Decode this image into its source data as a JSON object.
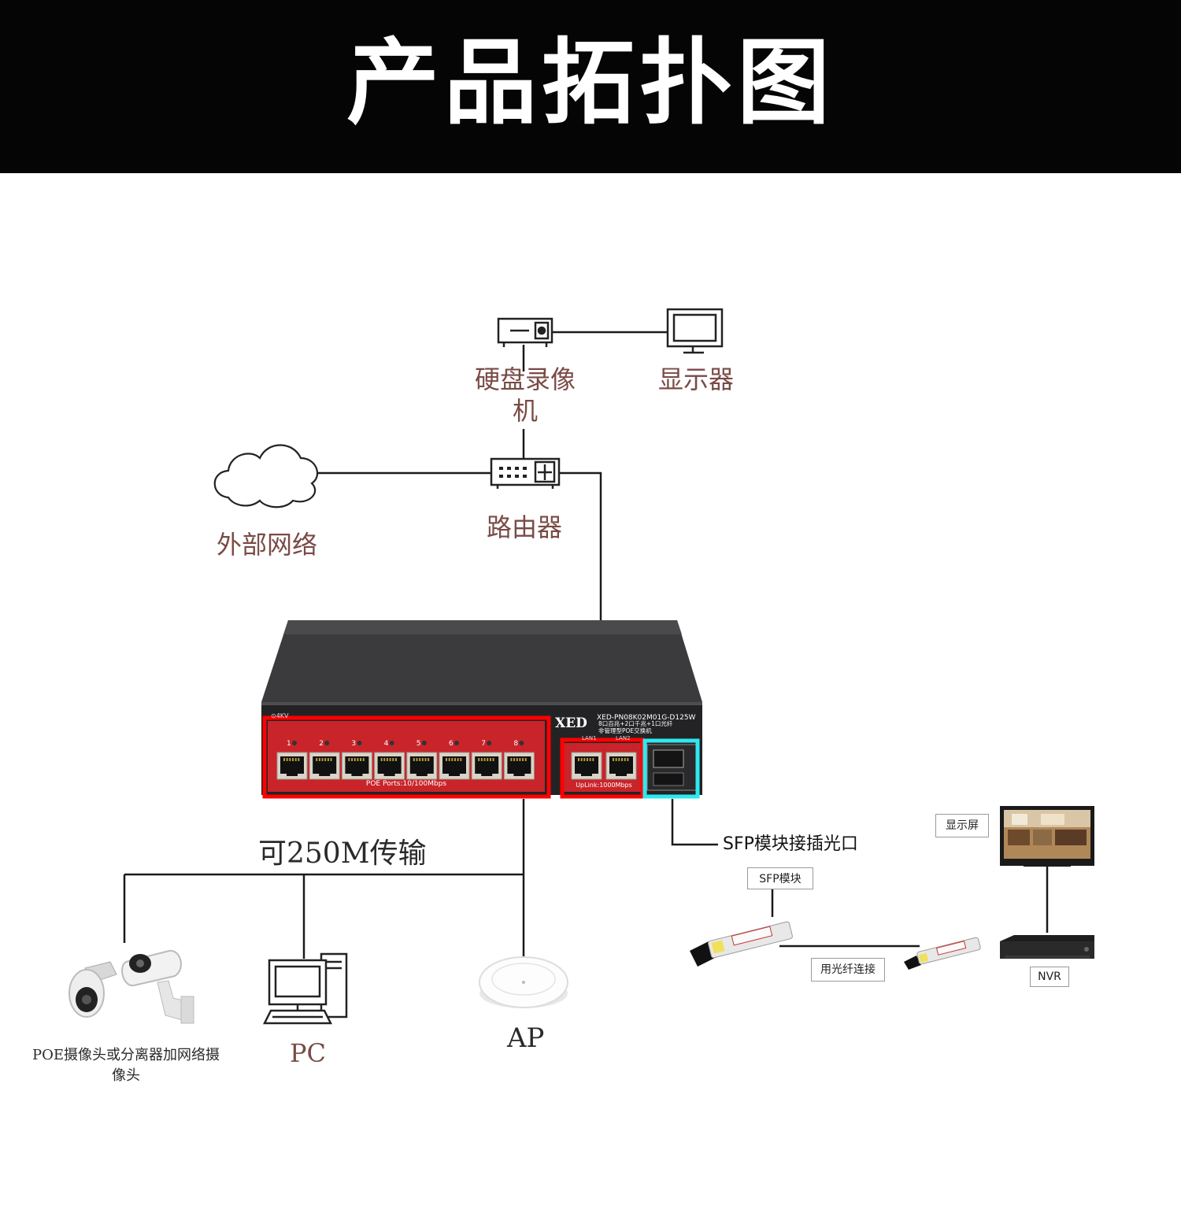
{
  "header": {
    "title": "产品拓扑图"
  },
  "nodes": {
    "dvr": "硬盘录像\n机",
    "monitor": "显示器",
    "router": "路由器",
    "internet": "外部网络",
    "bandwidth": "可250M传输",
    "camera": "POE摄像头或分离器加网络摄\n像头",
    "pc": "PC",
    "ap": "AP",
    "sfp_port": "SFP模块接插光口",
    "sfp_module": "SFP模块",
    "fiber": "用光纤连接",
    "display": "显示屏",
    "nvr": "NVR"
  },
  "switch": {
    "brand": "XED",
    "model": "XED-PN08K02M01G-D125W",
    "desc_line1": "8口百兆+2口千兆+1口光纤",
    "desc_line2": "非管理型POE交换机",
    "kv": "⊙4KV",
    "poe_ports_label": "POE Ports:10/100Mbps",
    "uplink_label": "UpLink:1000Mbps",
    "lan1": "LAN1",
    "lan2": "LAN2",
    "port_numbers": [
      "1",
      "2",
      "3",
      "4",
      "5",
      "6",
      "7",
      "8"
    ]
  },
  "colors": {
    "header_bg": "#050505",
    "label_brown": "#7a4b46",
    "highlight_red": "#ff0000",
    "highlight_cyan": "#2ee8f0",
    "switch_panel_red": "#c8242a"
  }
}
